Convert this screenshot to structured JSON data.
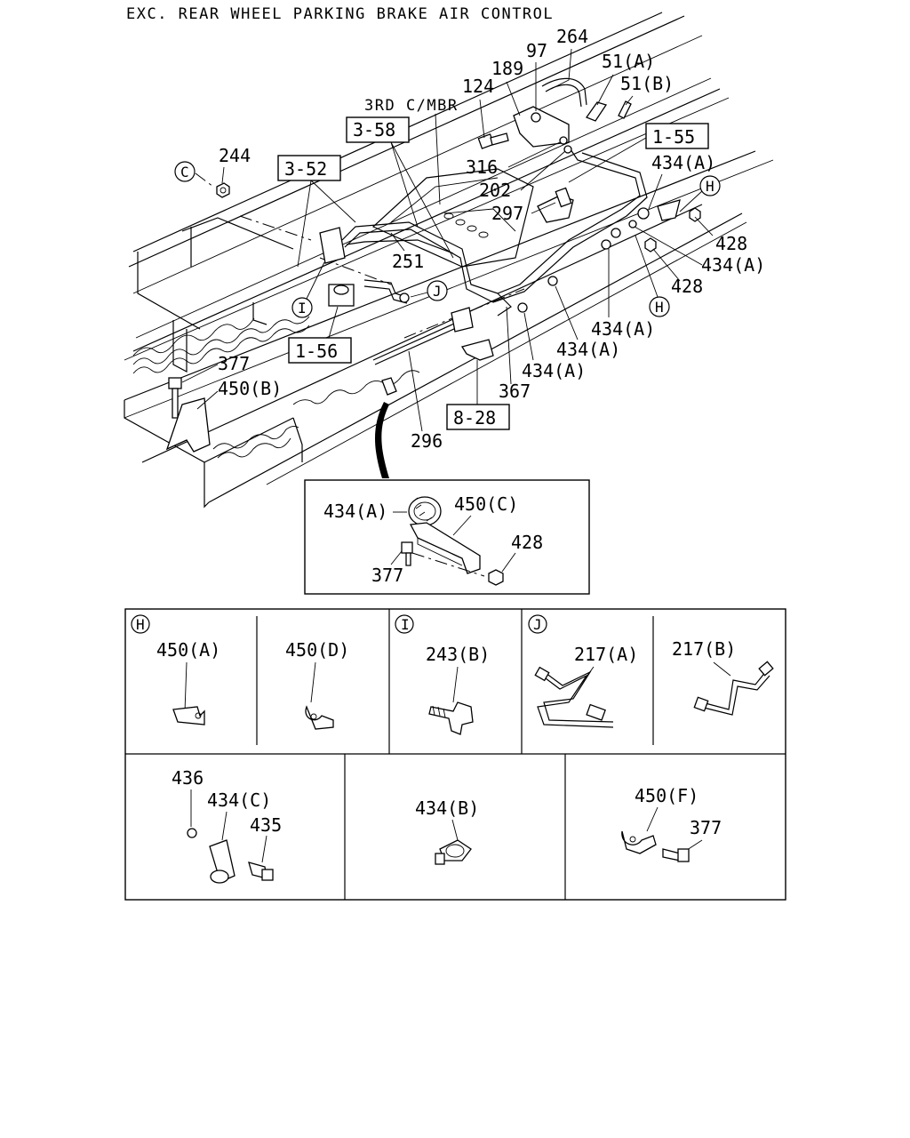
{
  "title": "EXC. REAR WHEEL PARKING BRAKE AIR CONTROL",
  "note": "3RD C/MBR",
  "ref_boxes": [
    "3-58",
    "3-52",
    "1-55",
    "1-56",
    "8-28"
  ],
  "callouts": [
    "C",
    "H",
    "I",
    "J"
  ],
  "main_labels": {
    "l264": "264",
    "l97": "97",
    "l189": "189",
    "l51a": "51(A)",
    "l51b": "51(B)",
    "l124": "124",
    "l316": "316",
    "l202": "202",
    "l297": "297",
    "l244": "244",
    "l251": "251",
    "l434a_1": "434(A)",
    "l428_1": "428",
    "l434a_2": "434(A)",
    "l428_2": "428",
    "l434a_3": "434(A)",
    "l434a_4": "434(A)",
    "l434a_5": "434(A)",
    "l367": "367",
    "l377": "377",
    "l450b": "450(B)",
    "l296": "296"
  },
  "inset": {
    "l434a": "434(A)",
    "l450c": "450(C)",
    "l428": "428",
    "l377": "377"
  },
  "table": {
    "row1": [
      {
        "key": "H",
        "labels": [
          "450(A)",
          "450(D)"
        ]
      },
      {
        "key": "I",
        "labels": [
          "243(B)"
        ]
      },
      {
        "key": "J",
        "labels": [
          "217(A)",
          "217(B)"
        ]
      }
    ],
    "row2": [
      {
        "labels": [
          "436",
          "434(C)",
          "435"
        ]
      },
      {
        "labels": [
          "434(B)"
        ]
      },
      {
        "labels": [
          "450(F)",
          "377"
        ]
      }
    ]
  }
}
